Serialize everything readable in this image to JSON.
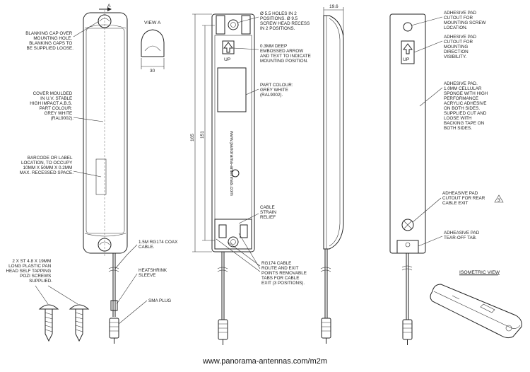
{
  "labels": {
    "marker_a": "A",
    "view_a": "VIEW A",
    "isometric_view": "ISOMETRIC VIEW",
    "arrow_up": "UP",
    "pad_up": "UP",
    "rear_exit_symbol": "3",
    "embossed_text": "www.panorama-antennas.com"
  },
  "dimensions": {
    "width_30": "30",
    "length_165": "165",
    "length_151": "151",
    "depth_19_6": "19.6"
  },
  "notes": {
    "blanking_cap": [
      "BLANKING CAP OVER",
      "MOUNTING HOLE.",
      "BLANKING CAPS TO",
      "BE SUPPLIED LOOSE."
    ],
    "cover": [
      "COVER MOULDED",
      "IN U.V. STABLE",
      "HIGH IMPACT A.B.S.",
      "PART COLOUR:",
      "GREY WHITE",
      "(RAL9002)."
    ],
    "barcode": [
      "BARCODE OR LABEL",
      "LOCATION, TO OCCUPY",
      "10mm X 50mm X 0.2mm",
      "MAX. RECESSED SPACE."
    ],
    "screws": [
      "2 x ST 4.8 X 19mm",
      "LONG PLASTIC PAN",
      "HEAD SELF TAPPING",
      "POZI SCREWS",
      "SUPPLIED."
    ],
    "coax": [
      "1.5m RG174 COAX",
      "CABLE."
    ],
    "heatshrink": [
      "HEATSHRINK",
      "SLEEVE"
    ],
    "sma": [
      "SMA PLUG"
    ],
    "holes": [
      "Ø 5.5 HOLES IN 2",
      "POSITIONS.  Ø 9.5",
      "SCREW HEAD RECESS",
      "IN 2 POSITIONS."
    ],
    "embossed": [
      "0.3mm DEEP",
      "EMBOSSED ARROW",
      "AND TEXT TO INDICATE",
      "MOUNTING POSITION."
    ],
    "part_colour": [
      "PART COLOUR:",
      "GREY WHITE",
      "(RAL9002)."
    ],
    "strain_relief": [
      "CABLE",
      "STRAIN",
      "RELIEF"
    ],
    "route": [
      "RG174 CABLE",
      "ROUTE AND EXIT",
      "POINTS REMOVABLE",
      "TABS FOR CABLE",
      "EXIT (3 POSITIONS)."
    ],
    "pad_screw": [
      "ADHESIVE PAD",
      "CUTOUT FOR",
      "MOUNTING SCREW",
      "LOCATION."
    ],
    "pad_direction": [
      "ADHESIVE PAD",
      "CUTOUT FOR",
      "MOUNTING",
      "DIRECTION",
      "VISIBILITY."
    ],
    "pad_sponge": [
      "ADHESIVE PAD.",
      "1.0mm CELLULAR",
      "SPONGE WITH HIGH",
      "PERFORMANCE",
      "ACRYLIC ADHESIVE",
      "ON BOTH SIDES.",
      "SUPPLIED CUT AND",
      "LOOSE WITH",
      "BACKING TAPE ON",
      "BOTH SIDES."
    ],
    "pad_rear": [
      "ADHEASIVE PAD",
      "CUTOUT FOR REAR",
      "CABLE EXIT"
    ],
    "pad_tearoff": [
      "ADHEASIVE PAD",
      "TEAR-OFF TAB."
    ]
  },
  "footer": {
    "url": "www.panorama-antennas.com/m2m"
  }
}
